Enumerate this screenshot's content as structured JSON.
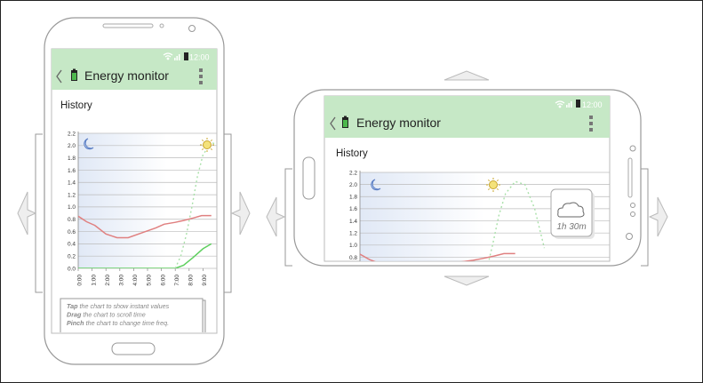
{
  "app": {
    "title": "Energy monitor",
    "status_time": "12:00",
    "section_title": "History"
  },
  "icons": {
    "back": "chevron-left-icon",
    "battery": "battery-icon",
    "menu": "overflow-menu-icon",
    "wifi": "wifi-icon",
    "signal": "signal-icon",
    "moon": "moon-icon",
    "sun": "sun-icon",
    "cloud": "cloud-icon"
  },
  "hints": [
    {
      "action": "Tap",
      "text": " the chart to show instant values"
    },
    {
      "action": "Drag",
      "text": " the chart to scroll time"
    },
    {
      "action": "Pinch",
      "text": " the chart to change time freq."
    }
  ],
  "tooltip": {
    "label": "1h 30m"
  },
  "colors": {
    "header": "#c6e8c6",
    "consumption": "#e08080",
    "production": "#5fcf5f",
    "forecast": "#a8e0a8"
  },
  "chart_data": {
    "type": "line",
    "ylim": [
      0,
      2.2
    ],
    "yticks": [
      "0.0",
      "0.2",
      "0.4",
      "0.6",
      "0.8",
      "1.0",
      "1.2",
      "1.4",
      "1.6",
      "1.8",
      "2.0",
      "2.2"
    ],
    "xticks": [
      "0:00",
      "1:00",
      "2:00",
      "3:00",
      "4:00",
      "5:00",
      "6:00",
      "7:00",
      "8:00",
      "9:00"
    ],
    "series": [
      {
        "key": "consumption",
        "x": [
          0,
          0.6,
          1.2,
          2,
          2.8,
          3.6,
          4.6,
          5.6,
          6.2,
          7,
          7.6,
          8.3,
          8.9,
          9.6
        ],
        "y": [
          0.85,
          0.76,
          0.7,
          0.56,
          0.5,
          0.5,
          0.58,
          0.66,
          0.72,
          0.75,
          0.78,
          0.82,
          0.86,
          0.86
        ]
      },
      {
        "key": "production",
        "x": [
          0,
          7,
          7.6,
          8.3,
          9,
          9.6
        ],
        "y": [
          0,
          0,
          0.05,
          0.18,
          0.32,
          0.4
        ]
      },
      {
        "key": "forecast",
        "x": [
          7,
          7.4,
          7.8,
          8.2,
          8.6,
          9,
          9.6,
          10.2,
          10.8,
          11.4
        ],
        "y": [
          0,
          0.2,
          0.55,
          1.0,
          1.5,
          1.85,
          2.05,
          2.0,
          1.6,
          0.95
        ]
      }
    ]
  }
}
